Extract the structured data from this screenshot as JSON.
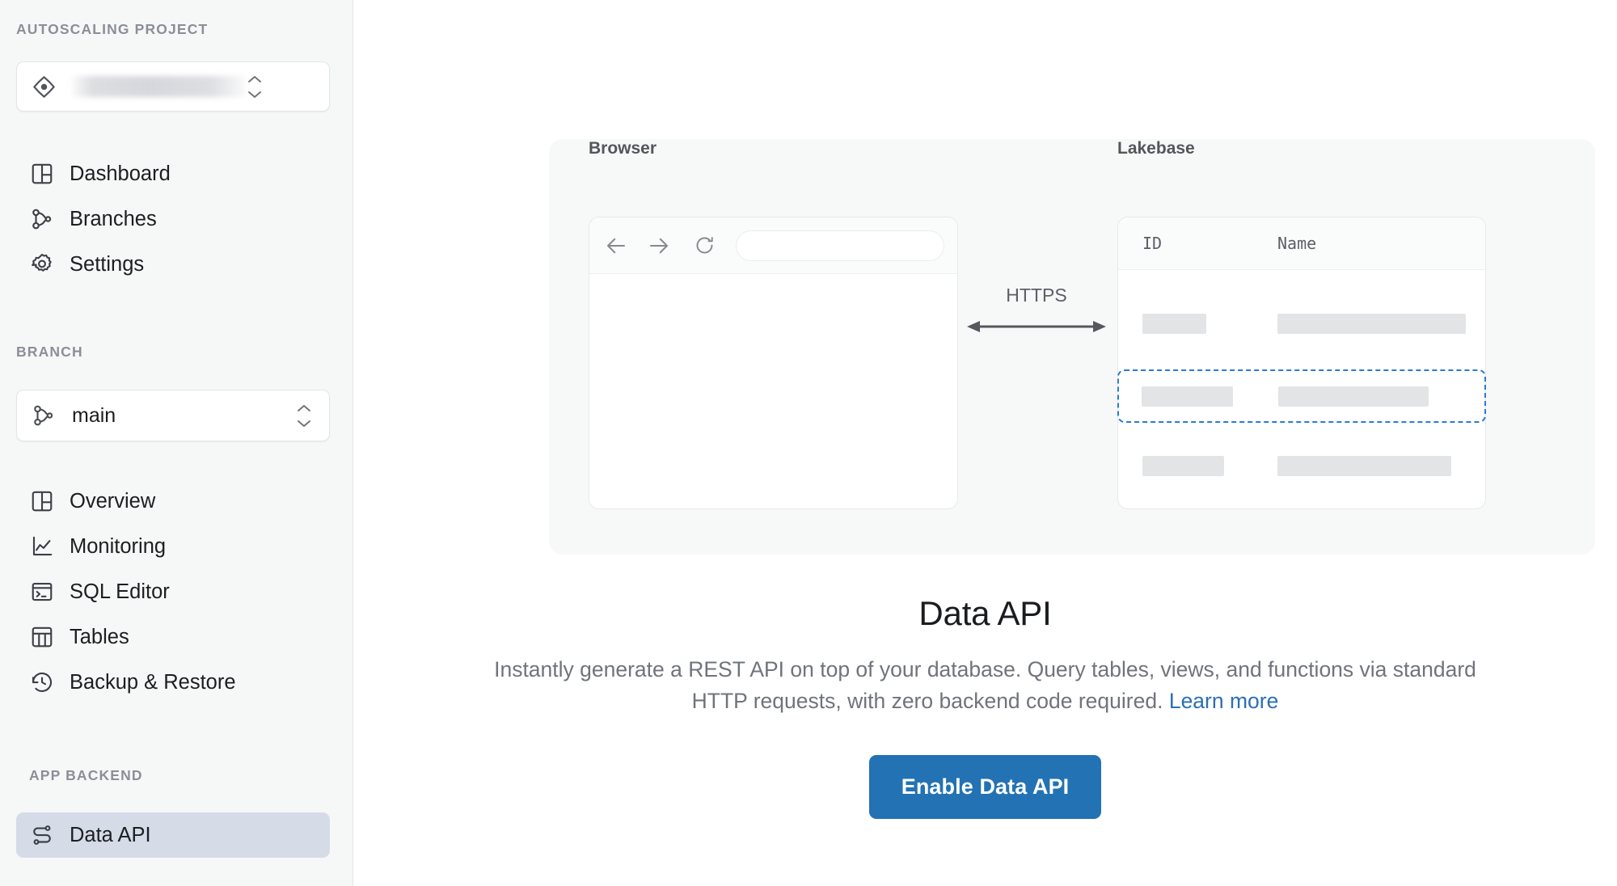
{
  "sidebar": {
    "project_section_label": "AUTOSCALING PROJECT",
    "project_selector": {
      "icon": "project-diamond-icon",
      "value": "",
      "redacted": true,
      "chevron_icon": "chevron-up-down-icon"
    },
    "project_nav": [
      {
        "label": "Dashboard",
        "icon": "dashboard-grid-icon",
        "selected": false
      },
      {
        "label": "Branches",
        "icon": "branch-icon",
        "selected": false
      },
      {
        "label": "Settings",
        "icon": "gear-icon",
        "selected": false
      }
    ],
    "branch_section_label": "BRANCH",
    "branch_selector": {
      "icon": "branch-icon",
      "value": "main",
      "chevron_icon": "chevron-up-down-icon"
    },
    "branch_nav": [
      {
        "label": "Overview",
        "icon": "dashboard-grid-icon",
        "selected": false
      },
      {
        "label": "Monitoring",
        "icon": "line-chart-icon",
        "selected": false
      },
      {
        "label": "SQL Editor",
        "icon": "terminal-icon",
        "selected": false
      },
      {
        "label": "Tables",
        "icon": "table-icon",
        "selected": false
      },
      {
        "label": "Backup & Restore",
        "icon": "history-clock-icon",
        "selected": false
      }
    ],
    "app_backend_section_label": "APP BACKEND",
    "app_backend_nav": [
      {
        "label": "Data API",
        "icon": "data-api-route-icon",
        "selected": true
      }
    ]
  },
  "illustration": {
    "browser": {
      "caption": "Browser",
      "back_icon": "arrow-left-icon",
      "forward_icon": "arrow-right-icon",
      "reload_icon": "reload-icon",
      "url_value": "",
      "url_placeholder": ""
    },
    "connector": {
      "label": "HTTPS",
      "icon": "double-arrow-icon"
    },
    "lakebase": {
      "caption": "Lakebase",
      "columns": [
        "ID",
        "Name"
      ],
      "rows": [
        {
          "highlighted": false,
          "id_width": 79,
          "name_width": 233
        },
        {
          "highlighted": true,
          "id_width": 113,
          "name_width": 186
        },
        {
          "highlighted": false,
          "id_width": 101,
          "name_width": 215
        }
      ]
    }
  },
  "content": {
    "title": "Data API",
    "description_part1": "Instantly generate a REST API on top of your database. Query tables, views, and functions via standard HTTP requests, with zero backend code required.",
    "learn_more_label": "Learn more",
    "enable_button_label": "Enable Data API"
  },
  "colors": {
    "accent_blue": "#2272B4",
    "link_blue": "#2C6FB5",
    "highlight_row_blue": "#2C7BD0",
    "sidebar_bg": "#F6F7F7",
    "selected_nav_bg": "#D5DCE8",
    "card_bg": "#F7F8F8",
    "placeholder_gray": "#E3E4E5"
  }
}
